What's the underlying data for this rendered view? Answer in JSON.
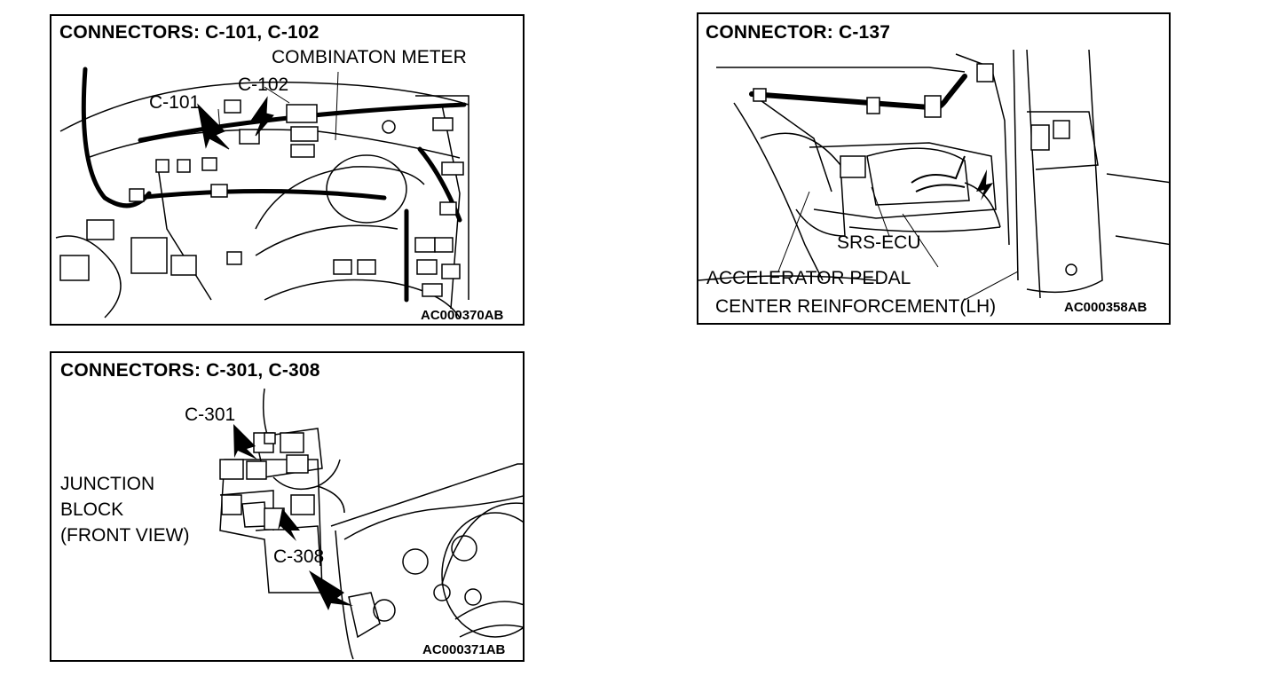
{
  "panels": [
    {
      "title": "CONNECTORS: C-101, C-102",
      "labels": {
        "meter": "COMBINATON METER",
        "c101": "C-101",
        "c102": "C-102"
      },
      "code": "AC000370AB"
    },
    {
      "title": "CONNECTOR: C-137",
      "labels": {
        "srs": "SRS-ECU",
        "pedal": "ACCELERATOR PEDAL",
        "reinforcement": "CENTER REINFORCEMENT(LH)"
      },
      "code": "AC000358AB"
    },
    {
      "title": "CONNECTORS: C-301, C-308",
      "labels": {
        "c301": "C-301",
        "c308": "C-308",
        "jb1": "JUNCTION",
        "jb2": "BLOCK",
        "jb3": "(FRONT VIEW)"
      },
      "code": "AC000371AB"
    }
  ]
}
